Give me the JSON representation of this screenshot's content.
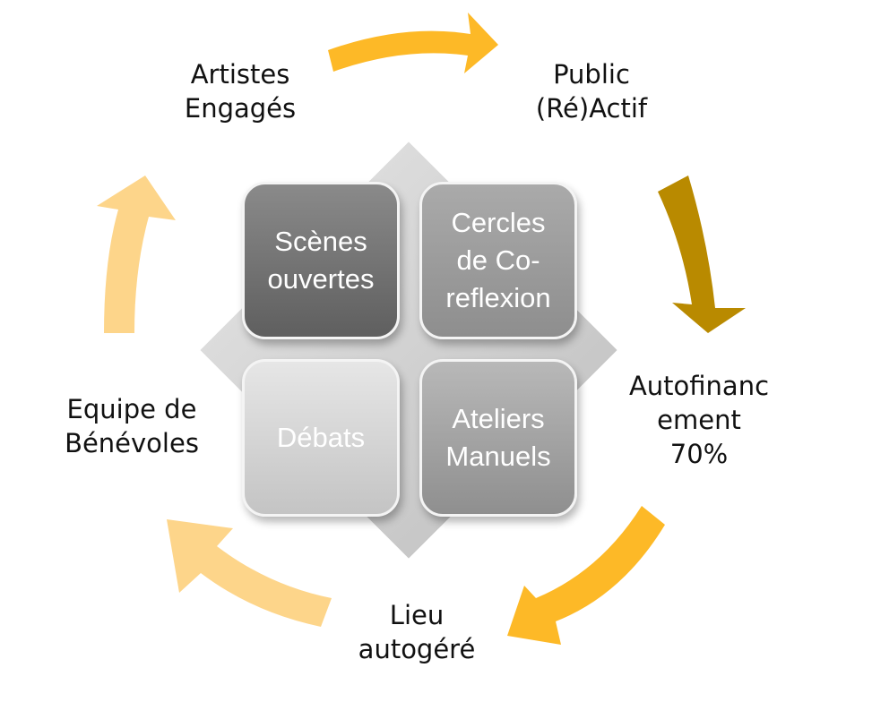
{
  "diagram": {
    "cycle": [
      {
        "id": "artistes",
        "text": "Artistes\nEngagés"
      },
      {
        "id": "public",
        "text": "Public\n(Ré)Actif"
      },
      {
        "id": "autofinancement",
        "text": "Autofinanc\nement\n70%"
      },
      {
        "id": "lieu",
        "text": "Lieu\nautogéré"
      },
      {
        "id": "equipe",
        "text": "Equipe de\nBénévoles"
      }
    ],
    "center": [
      {
        "id": "scenes",
        "text": "Scènes\nouvertes"
      },
      {
        "id": "cercles",
        "text": "Cercles\nde Co-\nreflexion"
      },
      {
        "id": "debats",
        "text": "Débats"
      },
      {
        "id": "ateliers",
        "text": "Ateliers\nManuels"
      }
    ],
    "colors": {
      "arrow_gold": "#FDB927",
      "arrow_dark_gold": "#B98A00",
      "arrow_pale": "#FDD58A",
      "diamond": "#D4D4D4"
    }
  }
}
